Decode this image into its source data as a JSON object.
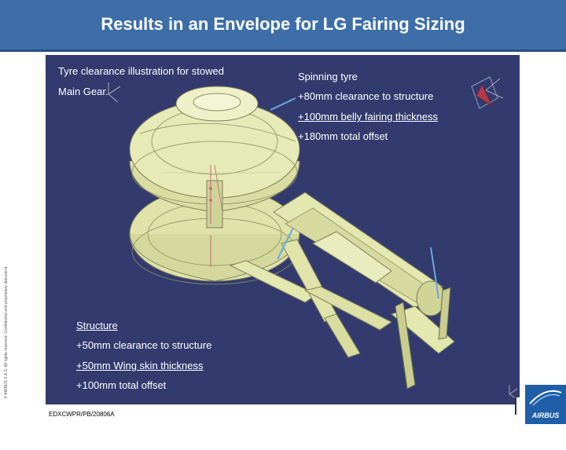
{
  "slide": {
    "title": "Results in an Envelope for LG Fairing Sizing",
    "copyright": "© AIRBUS S.A.S. All rights reserved. Confidential and proprietary document.",
    "doc_ref": "EDXCWPR/PB/20806A",
    "logo_text": "AIRBUS"
  },
  "viewport": {
    "background": "#333b6e",
    "caption_line1": "Tyre clearance illustration for stowed",
    "caption_line2": "Main Gear.",
    "top_right": {
      "heading": "Spinning tyre",
      "line1": "+80mm clearance to structure",
      "line2": "+100mm belly fairing thickness",
      "line3": "+180mm total offset"
    },
    "bottom_left": {
      "heading": "Structure",
      "line1": "+50mm clearance to structure",
      "line2": "+50mm Wing skin thickness",
      "line3": "+100mm total offset"
    }
  },
  "colors": {
    "title_bar": "#3d6ea8",
    "gear": "#e6eab6",
    "arrow": "#6aa9e0",
    "logo": "#1f5ea8"
  }
}
